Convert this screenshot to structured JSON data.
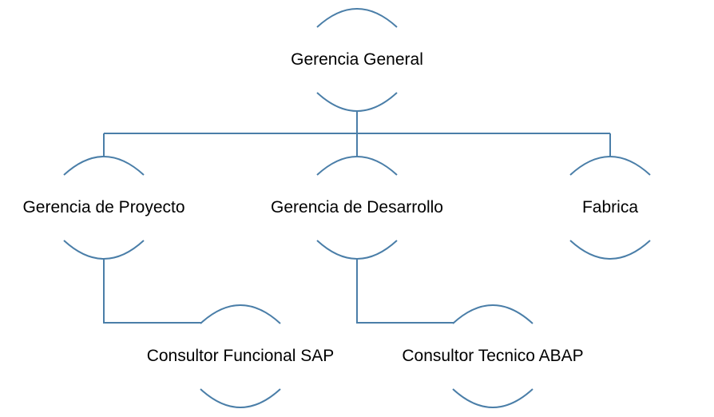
{
  "colors": {
    "line": "#4a7ea8",
    "text": "#000000",
    "background": "#ffffff"
  },
  "org_chart": {
    "root": {
      "label": "Gerencia General"
    },
    "level1": [
      {
        "label": "Gerencia de Proyecto"
      },
      {
        "label": "Gerencia de Desarrollo"
      },
      {
        "label": "Fabrica"
      }
    ],
    "level2": [
      {
        "label": "Consultor Funcional SAP",
        "parent": "Gerencia de Proyecto"
      },
      {
        "label": "Consultor Tecnico ABAP",
        "parent": "Gerencia de Desarrollo"
      }
    ]
  }
}
